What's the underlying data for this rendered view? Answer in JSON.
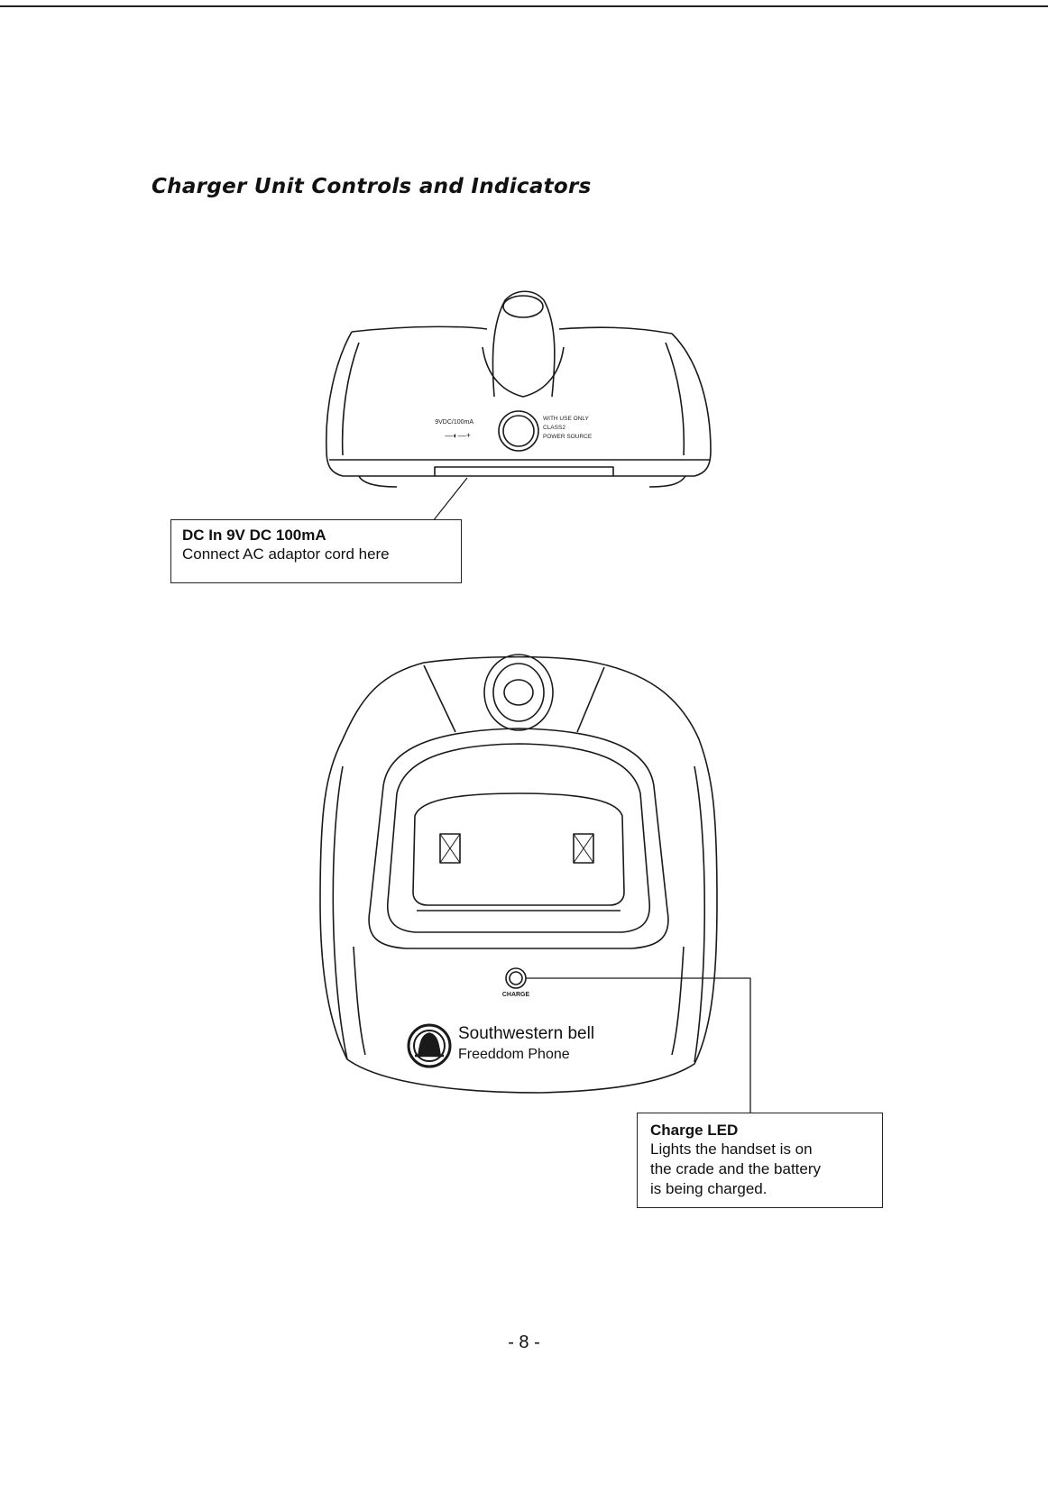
{
  "page": {
    "title": "Charger Unit Controls and Indicators",
    "page_number": "- 8 -"
  },
  "charger_back": {
    "left_label": "9VDC/100mA",
    "polarity_label": "—◐—+",
    "right_label_1": "WITH USE ONLY",
    "right_label_2": "CLASS2",
    "right_label_3": "POWER SOURCE"
  },
  "dc_callout": {
    "title": "DC In 9V DC 100mA",
    "text": "Connect AC adaptor cord here"
  },
  "charger_top": {
    "led_label": "CHARGE",
    "brand_name": "Southwestern bell",
    "brand_sub": "Freeddom Phone"
  },
  "charge_callout": {
    "title": "Charge LED",
    "line_1": "Lights the handset is on",
    "line_2": "the crade and the battery",
    "line_3": "is being charged."
  }
}
